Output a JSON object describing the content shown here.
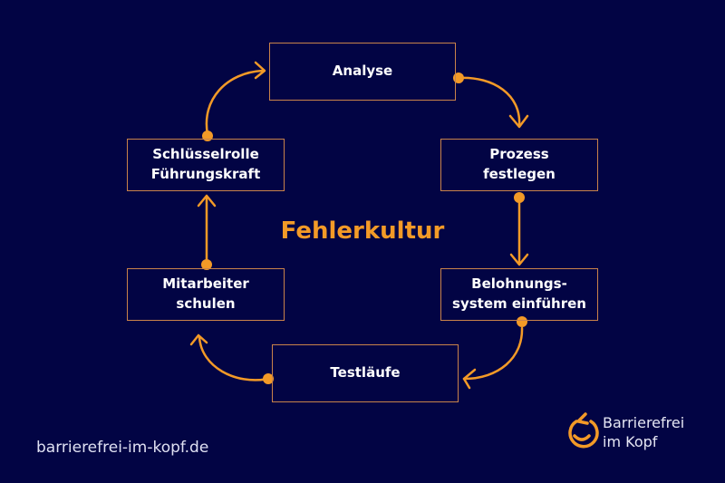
{
  "title": "Fehlerkultur",
  "steps": [
    {
      "id": "analyse",
      "label": "Analyse"
    },
    {
      "id": "prozess",
      "line1": "Prozess",
      "line2": "festlegen"
    },
    {
      "id": "belohnung",
      "line1": "Belohnungs-",
      "line2": "system einführen"
    },
    {
      "id": "testlaeufe",
      "label": "Testläufe"
    },
    {
      "id": "mitarbeiter",
      "line1": "Mitarbeiter",
      "line2": "schulen"
    },
    {
      "id": "schluesselrolle",
      "line1": "Schlüsselrolle",
      "line2": "Führungskraft"
    }
  ],
  "footer": {
    "url": "barrierefrei-im-kopf.de",
    "brand_line1": "Barrierefrei",
    "brand_line2": "im Kopf",
    "logo_icon": "circular-arrow-smile-icon"
  },
  "colors": {
    "background": "#020444",
    "accent": "#f39a27",
    "border": "#c9834a",
    "text": "#ffffff"
  }
}
